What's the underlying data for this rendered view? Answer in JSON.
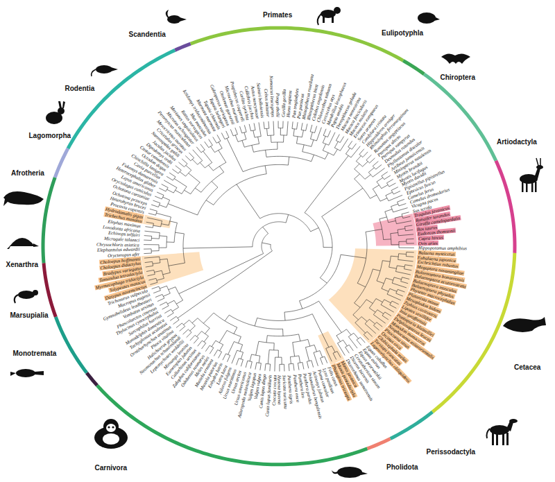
{
  "diagram": {
    "labels": [
      "Primates",
      "Eulipotyphla",
      "Chiroptera",
      "Artiodactyla",
      "Cetacea",
      "Perissodactyla",
      "Pholidota",
      "Carnivora",
      "Monotremata",
      "Marsupialia",
      "Xenarthra",
      "Afrotheria",
      "Lagomorpha",
      "Rodentia",
      "Scandentia",
      "Galeopterus variegatus",
      "Otolemur garnettii",
      "Microcebus murinus",
      "Propithecus coquereli",
      "Carlito syrichta",
      "Callithrix jacchus",
      "Aotus nancymaae",
      "Saimiri boliviensis",
      "Cebus imitator",
      "Nomascus leucogenys",
      "Pongo abelii",
      "Gorilla gorilla",
      "Homo sapiens",
      "Pan troglodytes",
      "Pan paniscus",
      "Rhinopithecus roxellana",
      "Rhinopithecus bieti",
      "Colobus angolensis",
      "Chlorocebus sabaeus",
      "Cercocebus atys",
      "Mandrillus leucophaeus",
      "Papio anubis",
      "Theropithecus gelada",
      "Macaca nemestrina",
      "Macaca fascicularis",
      "Macaca mulatta",
      "Erinaceus europaeus",
      "Sorex araneus",
      "Condylura cristata",
      "Hipposideros armiger",
      "Rhinolophus ferrumequinum",
      "Rousettus aegyptiacus",
      "Pteropus alecto",
      "Pteropus vampyrus",
      "Desmodus rotundus",
      "Phyllostomus discolor",
      "Artibeus jamaicensis",
      "Miniopterus natalensis",
      "Myotis brandtii",
      "Myotis lucifugus",
      "Myotis davidii",
      "Pipistrellus pipistrellus",
      "Eptesicus fuscus",
      "Camelus ferus",
      "Camelus dromedarius",
      "Vicugna pacos",
      "Sus scrofa",
      "Tragulus javanicus",
      "Rangifer tarandus",
      "Giraffa camelopardalis",
      "Bos taurus",
      "Eudorcas thomsonii",
      "Capra hircus",
      "Ovis aries",
      "Hippopotamus amphibius",
      "Balaena mysticetus",
      "Eubalaena japonica",
      "Eschrichtius robustus",
      "Megaptera novaeangliae",
      "Balaenoptera bonaerensis",
      "Balaenoptera acutorostrata",
      "Balaenoptera musculus",
      "Balaenoptera physalus",
      "Physeter macrocephalus",
      "Platanista minor",
      "Mesoplodon bidens",
      "Ziphius cavirostris",
      "Lipotes vexillifer",
      "Inia geoffrensis",
      "Pontoporia blainvillei",
      "Delphinapterus leucas",
      "Monodon monoceros",
      "Neophocaena asiaeorientalis",
      "Phocoena sinus",
      "Orcinus orca",
      "Globicephala melas",
      "Tursiops truncatus",
      "Lagenorhynchus obliquidens",
      "Equus caballus",
      "Equus asinus",
      "Equus przewalskii",
      "Ceratotherium simum",
      "Diceros bicornis",
      "Dicerorhinus sumatrensis",
      "Manis javanica",
      "Manis pentadactyla",
      "Phataginus tricuspis",
      "Felis catus",
      "Lynx pardinus",
      "Puma concolor",
      "Acinonyx jubatus",
      "Prionailurus bengalensis",
      "Panthera pardus",
      "Panthera leo",
      "Panthera onca",
      "Panthera tigris",
      "Suricata suricatta",
      "Hyaena hyaena",
      "Crocuta crocuta",
      "Canis lupus familiaris",
      "Canis lupus dingo",
      "Vulpes vulpes",
      "Vulpes lagopus",
      "Ailuropoda melanoleuca",
      "Ursus americanus",
      "Ursus arctos",
      "Ursus maritimus",
      "Ailurus fulgens",
      "Lutra lutra",
      "Enhydra lutris",
      "Mustela putorius",
      "Mustela erminea",
      "Meles meles",
      "Odobenus rosmarus",
      "Zalophus californianus",
      "Callorhinus ursinus",
      "Eumetopias jubatus",
      "Mirounga leonina",
      "Leptonychotes weddellii",
      "Neomonachus schauinslandi",
      "Halichoerus grypus",
      "Phoca vitulina",
      "Ornithorhynchus anatinus",
      "Tachyglossus aculeatus",
      "Monodelphis domestica",
      "Sarcophilus harrisii",
      "Thylacinus cynocephalus",
      "Phascolarctos cinereus",
      "Vombatus ursinus",
      "Gymnobelideus leadbeateri",
      "Macropus eugenii",
      "Trichosurus vulpecula",
      "Dasypus novemcinctus",
      "Tolypeutes matacus",
      "Myrmecophaga tridactyla",
      "Tamandua tetradactyla",
      "Bradypus variegatus",
      "Choloepus didactylus",
      "Choloepus hoffmanni",
      "Orycteropus afer",
      "Elephantulus edwardii",
      "Chrysochloris asiatica",
      "Microgale talazaci",
      "Echinops telfairi",
      "Loxodonta africana",
      "Elephas maximus",
      "Trichechus manatus",
      "Hydrodamalis gigas",
      "Procavia capensis",
      "Heterohyrax brucei",
      "Ochotona princeps",
      "Ochotona curzoniae",
      "Oryctolagus cuniculus",
      "Lepus americanus",
      "Heterocephalus glaber",
      "Fukomys damarensis",
      "Cavia porcellus",
      "Chinchilla lanigera",
      "Octodon degus",
      "Castor canadensis",
      "Dipodomys ordii",
      "Jaculus jaculus",
      "Nannospalax galili",
      "Cricetulus griseus",
      "Mesocricetus auratus",
      "Peromyscus maniculatus",
      "Microtus ochrogaster",
      "Meriones unguiculatus",
      "Rattus norvegicus",
      "Mus musculus",
      "Ictidomys tridecemlineatus",
      "Marmota marmota",
      "Tupaia chinensis",
      "Tupaia belangeri"
    ]
  }
}
